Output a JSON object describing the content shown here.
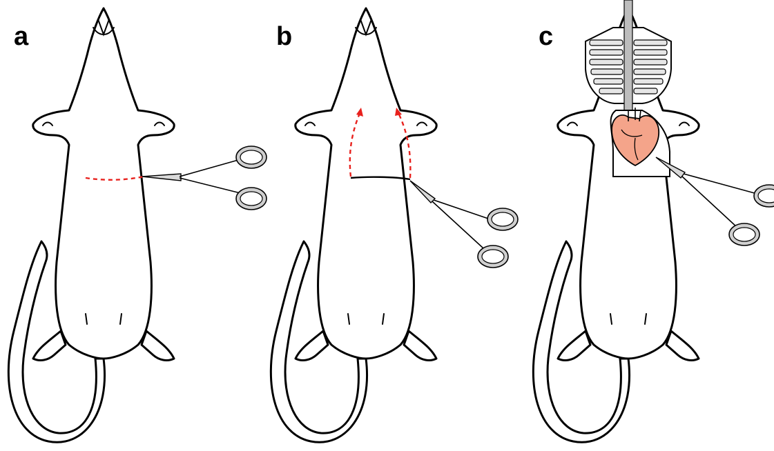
{
  "figure": {
    "panels": [
      {
        "label": "a"
      },
      {
        "label": "b"
      },
      {
        "label": "c"
      }
    ]
  },
  "colors": {
    "outline": "#000000",
    "incision": "#e8211d",
    "heart": "#f4a48a",
    "rib": "#d0d0d0",
    "scissors": "#cfcfcf"
  }
}
